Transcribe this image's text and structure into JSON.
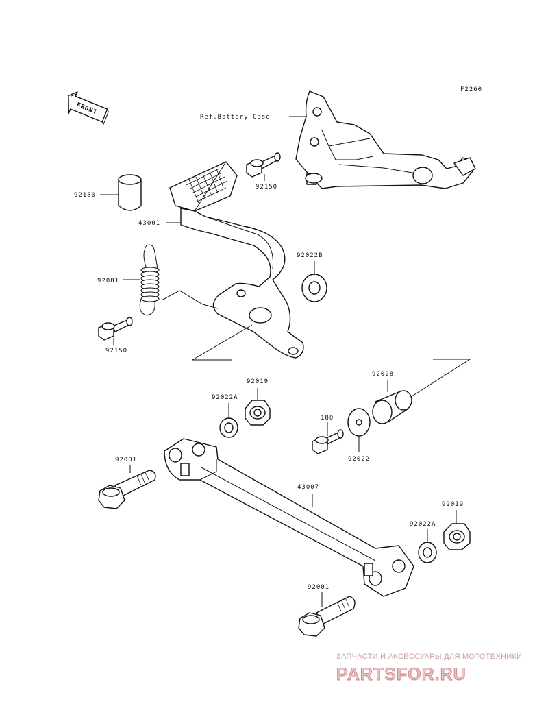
{
  "diagram": {
    "code": "F2260",
    "front_label": "FRONT",
    "reference_label": "Ref.Battery Case",
    "parts": {
      "bushing_92180": "92180",
      "bolt_92150_top": "92150",
      "pedal_43001": "43001",
      "washer_92022b": "92022B",
      "spring_92081": "92081",
      "bolt_92150_left": "92150",
      "nut_92019_top": "92019",
      "washer_92022a_top": "92022A",
      "collar_92028": "92028",
      "bolt_180": "180",
      "washer_92022": "92022",
      "bolt_92001_left": "92001",
      "rod_43007": "43007",
      "washer_92022a_right": "92022A",
      "nut_92019_right": "92019",
      "bolt_92001_bottom": "92001"
    }
  },
  "watermark": {
    "tagline": "ЗАПЧАСТИ И АКСЕССУАРЫ ДЛЯ МОТОТЕХНИКИ",
    "logo": "PARTSFOR.RU"
  }
}
